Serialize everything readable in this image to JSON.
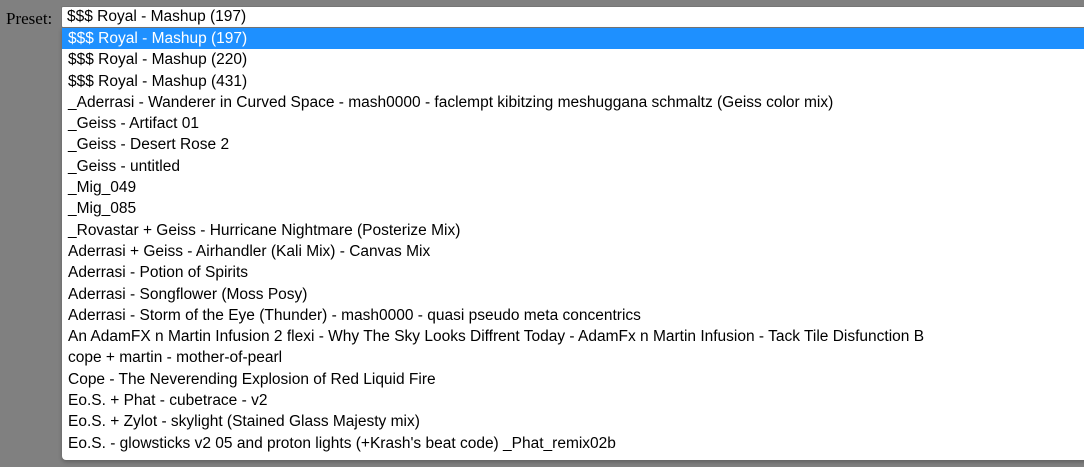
{
  "preset": {
    "label": "Preset:",
    "selected_value": "$$$ Royal - Mashup (197)"
  },
  "colors": {
    "highlight": "#1e90ff",
    "page_background": "#808080"
  },
  "options": [
    "$$$ Royal - Mashup (197)",
    "$$$ Royal - Mashup (220)",
    "$$$ Royal - Mashup (431)",
    "_Aderrasi - Wanderer in Curved Space - mash0000 - faclempt kibitzing meshuggana schmaltz (Geiss color mix)",
    "_Geiss - Artifact 01",
    "_Geiss - Desert Rose 2",
    "_Geiss - untitled",
    "_Mig_049",
    "_Mig_085",
    "_Rovastar + Geiss - Hurricane Nightmare (Posterize Mix)",
    "Aderrasi + Geiss - Airhandler (Kali Mix) - Canvas Mix",
    "Aderrasi - Potion of Spirits",
    "Aderrasi - Songflower (Moss Posy)",
    "Aderrasi - Storm of the Eye (Thunder) - mash0000 - quasi pseudo meta concentrics",
    "An AdamFX n Martin Infusion 2 flexi - Why The Sky Looks Diffrent Today - AdamFx n Martin Infusion - Tack Tile Disfunction B",
    "cope + martin - mother-of-pearl",
    "Cope - The Neverending Explosion of Red Liquid Fire",
    "Eo.S. + Phat - cubetrace - v2",
    "Eo.S. + Zylot - skylight (Stained Glass Majesty mix)",
    "Eo.S. - glowsticks v2 05 and proton lights (+Krash's beat code) _Phat_remix02b"
  ]
}
